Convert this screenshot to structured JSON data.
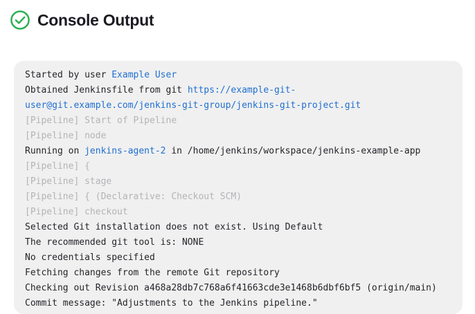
{
  "header": {
    "title": "Console Output",
    "status_icon": "check-circle-icon",
    "status_color": "#27ae4d"
  },
  "colors": {
    "panel_bg": "#f0f0f0",
    "text": "#25252b",
    "muted": "#b4b4b8",
    "link": "#1f6fd0",
    "success": "#27ae4d"
  },
  "console": {
    "lines": [
      {
        "segments": [
          {
            "text": "Started by user ",
            "style": "normal"
          },
          {
            "text": "Example User",
            "style": "link"
          }
        ]
      },
      {
        "segments": [
          {
            "text": "Obtained Jenkinsfile from git ",
            "style": "normal"
          },
          {
            "text": "https://example-git-user@git.example.com/jenkins-git-group/jenkins-git-project.git",
            "style": "link"
          }
        ]
      },
      {
        "segments": [
          {
            "text": "[Pipeline] Start of Pipeline",
            "style": "muted"
          }
        ]
      },
      {
        "segments": [
          {
            "text": "[Pipeline] node",
            "style": "muted"
          }
        ]
      },
      {
        "segments": [
          {
            "text": "Running on ",
            "style": "normal"
          },
          {
            "text": "jenkins-agent-2",
            "style": "link"
          },
          {
            "text": " in /home/jenkins/workspace/jenkins-example-app",
            "style": "normal"
          }
        ]
      },
      {
        "segments": [
          {
            "text": "[Pipeline] {",
            "style": "muted"
          }
        ]
      },
      {
        "segments": [
          {
            "text": "[Pipeline] stage",
            "style": "muted"
          }
        ]
      },
      {
        "segments": [
          {
            "text": "[Pipeline] { (Declarative: Checkout SCM)",
            "style": "muted"
          }
        ]
      },
      {
        "segments": [
          {
            "text": "[Pipeline] checkout",
            "style": "muted"
          }
        ]
      },
      {
        "segments": [
          {
            "text": "Selected Git installation does not exist. Using Default",
            "style": "normal"
          }
        ]
      },
      {
        "segments": [
          {
            "text": "The recommended git tool is: NONE",
            "style": "normal"
          }
        ]
      },
      {
        "segments": [
          {
            "text": "No credentials specified",
            "style": "normal"
          }
        ]
      },
      {
        "segments": [
          {
            "text": "Fetching changes from the remote Git repository",
            "style": "normal"
          }
        ]
      },
      {
        "segments": [
          {
            "text": "Checking out Revision a468a28db7c768a6f41663cde3e1468b6dbf6bf5 (origin/main)",
            "style": "normal"
          }
        ]
      },
      {
        "segments": [
          {
            "text": "Commit message: \"Adjustments to the Jenkins pipeline.\"",
            "style": "normal"
          }
        ]
      }
    ]
  }
}
